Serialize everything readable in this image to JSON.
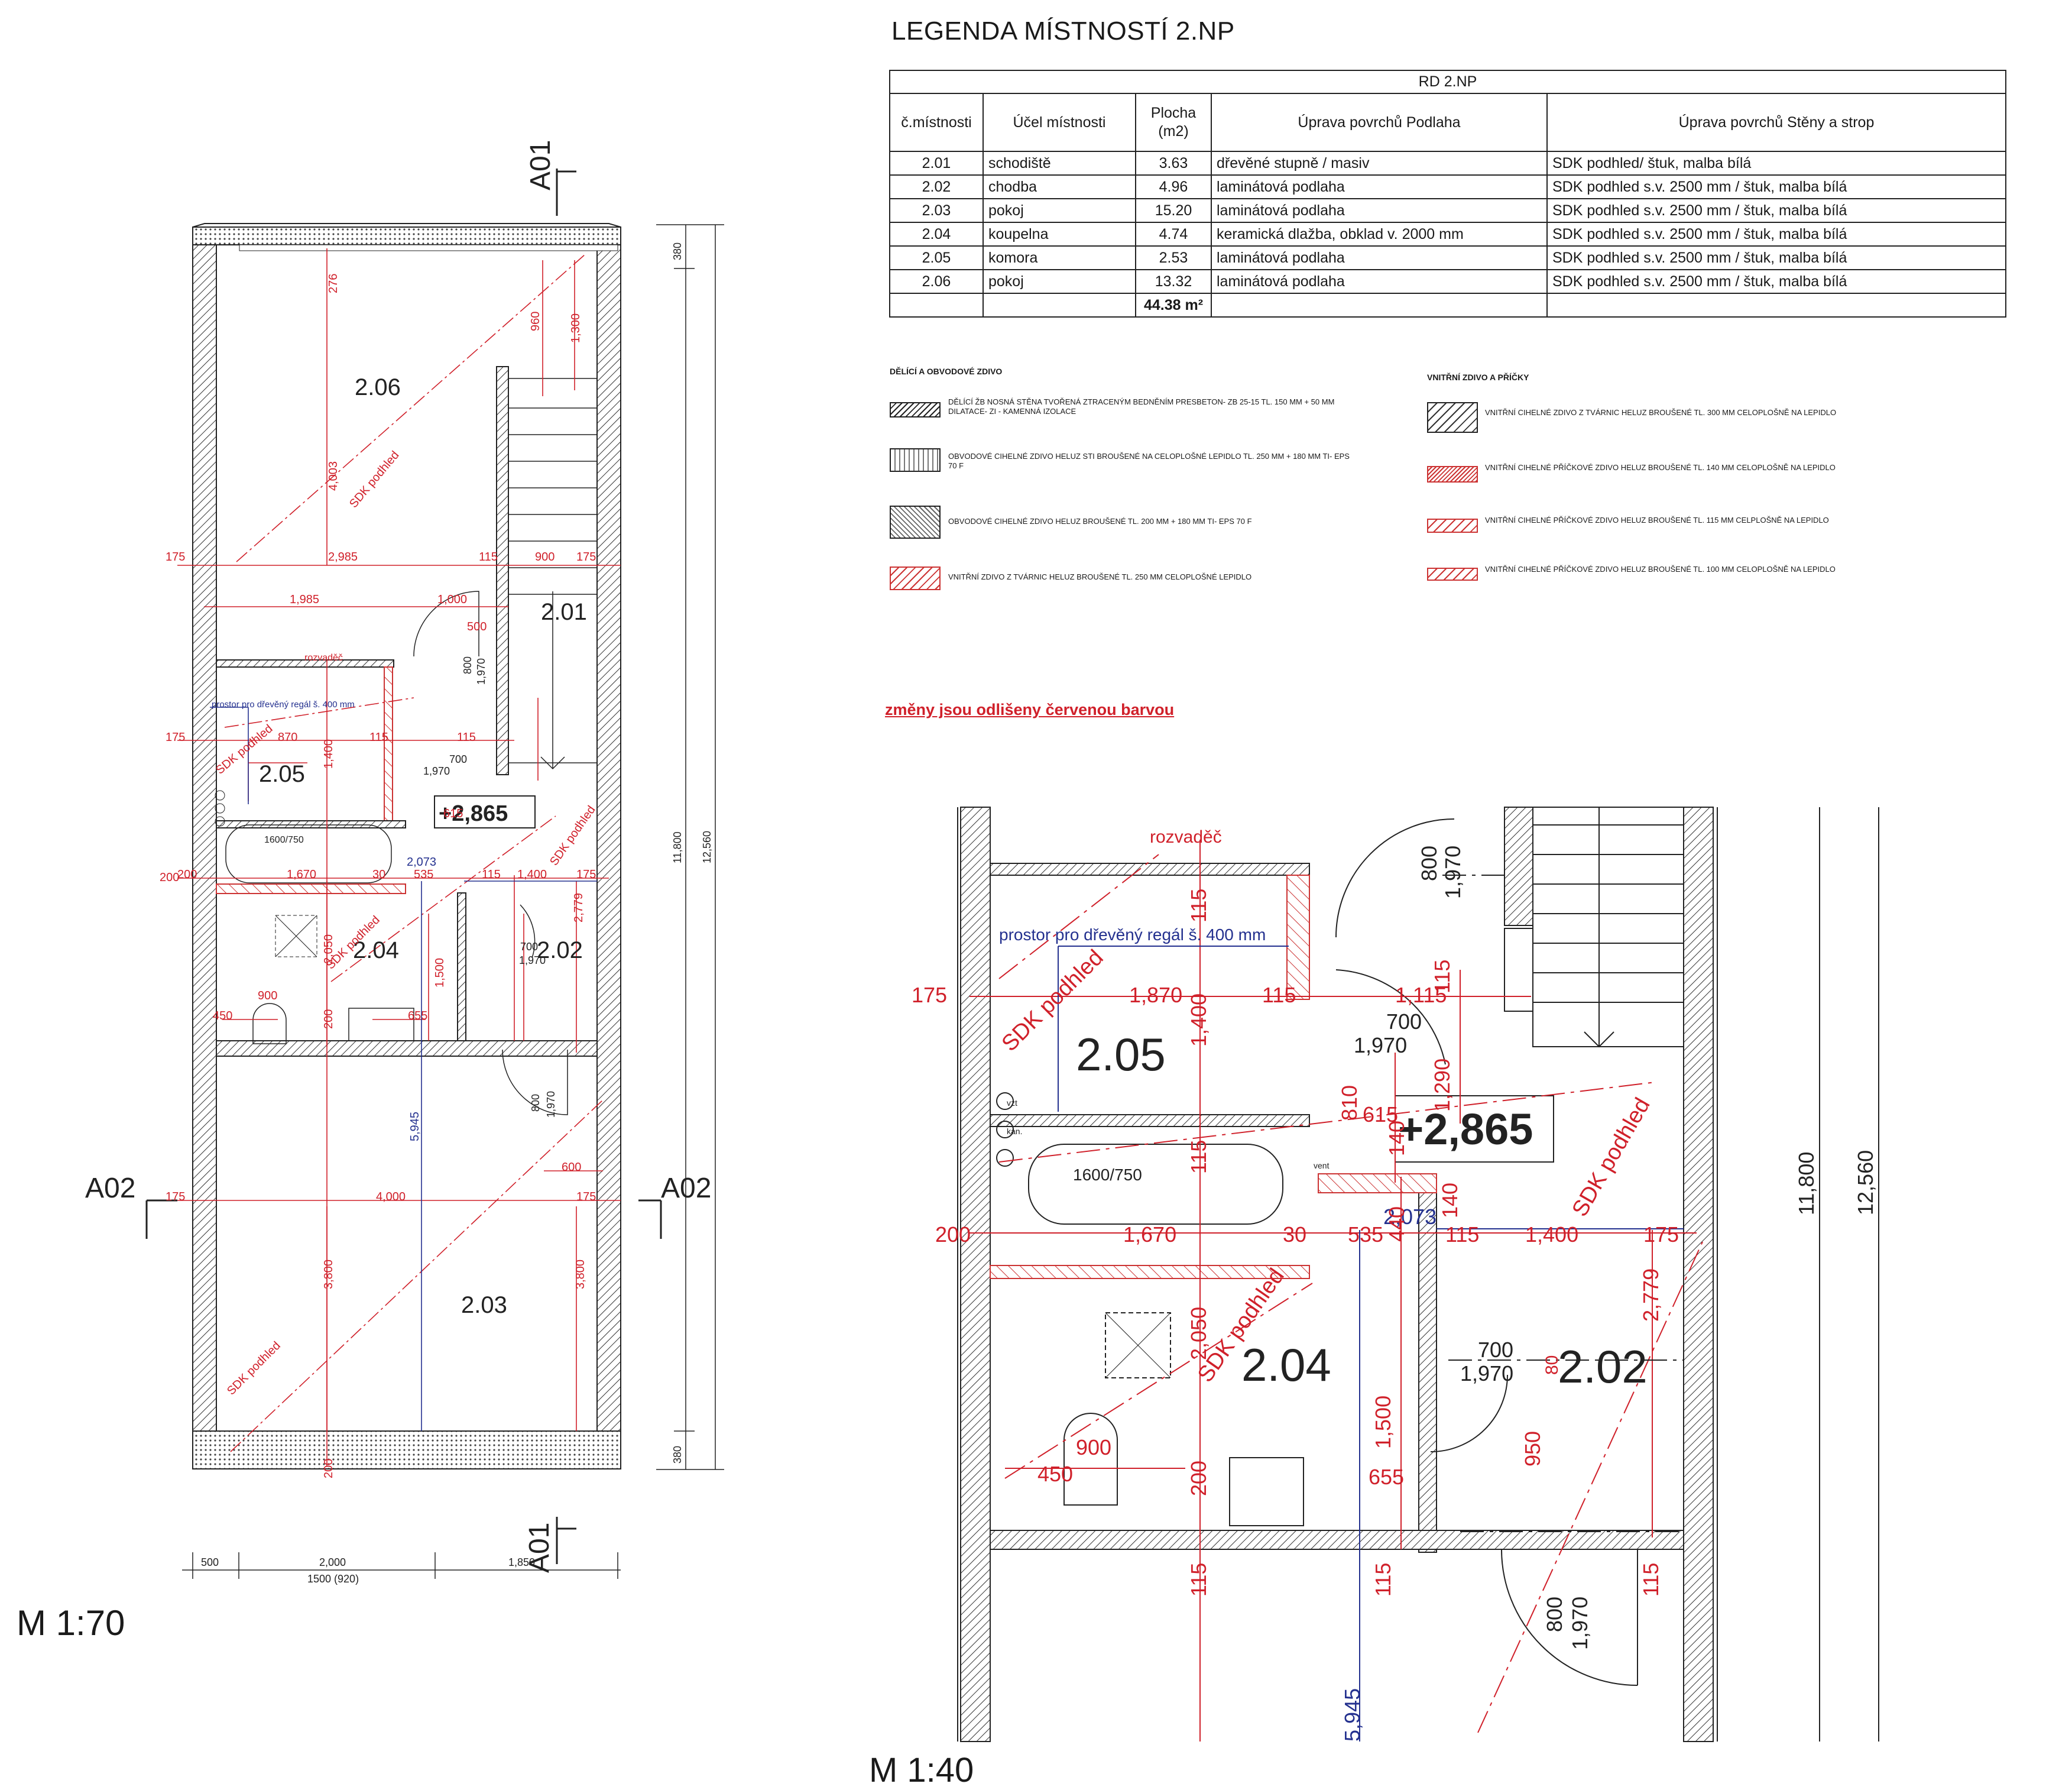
{
  "legend": {
    "title": "LEGENDA MÍSTNOSTÍ 2.NP",
    "table_title": "RD 2.NP",
    "headers": [
      "č.místnosti",
      "Účel místnosti",
      "Plocha (m2)",
      "Úprava povrchů Podlaha",
      "Úprava povrchů Stěny a strop"
    ],
    "rows": [
      {
        "num": "2.01",
        "use": "schodiště",
        "area": "3.63",
        "floor": "dřevěné stupně / masiv",
        "walls": "SDK podhled/ štuk, malba bílá"
      },
      {
        "num": "2.02",
        "use": "chodba",
        "area": "4.96",
        "floor": "laminátová podlaha",
        "walls": "SDK podhled s.v. 2500 mm / štuk, malba bílá"
      },
      {
        "num": "2.03",
        "use": "pokoj",
        "area": "15.20",
        "floor": "laminátová podlaha",
        "walls": "SDK podhled s.v. 2500 mm / štuk, malba bílá"
      },
      {
        "num": "2.04",
        "use": "koupelna",
        "area": "4.74",
        "floor": "keramická dlažba, obklad v. 2000 mm",
        "walls": "SDK podhled s.v. 2500 mm / štuk, malba bílá"
      },
      {
        "num": "2.05",
        "use": "komora",
        "area": "2.53",
        "floor": "laminátová podlaha",
        "walls": "SDK podhled s.v. 2500 mm / štuk, malba bílá"
      },
      {
        "num": "2.06",
        "use": "pokoj",
        "area": "13.32",
        "floor": "laminátová podlaha",
        "walls": "SDK podhled s.v. 2500 mm / štuk, malba bílá"
      }
    ],
    "total": "44.38 m²"
  },
  "wall_legend": {
    "left_title": "DĚLÍCÍ A OBVODOVÉ ZDIVO",
    "right_title": "VNITŘNÍ ZDIVO A PŘÍČKY",
    "left": [
      "DĚLÍCÍ ŽB NOSNÁ STĚNA TVOŘENÁ ZTRACENÝM BEDNĚNÍM PRESBETON- ZB 25-15 TL. 150 MM + 50 MM DILATACE- ZI - KAMENNÁ IZOLACE",
      "OBVODOVÉ CIHELNÉ ZDIVO HELUZ STI BROUŠENÉ NA CELOPLOŠNÉ LEPIDLO TL. 250 MM + 180 MM TI- EPS 70 F",
      "OBVODOVÉ CIHELNÉ ZDIVO HELUZ BROUŠENÉ TL. 200 MM + 180 MM TI- EPS 70 F",
      "VNITŘNÍ ZDIVO Z TVÁRNIC HELUZ BROUŠENÉ TL. 250 MM CELOPLOŠNÉ LEPIDLO"
    ],
    "right": [
      "VNITŘNÍ CIHELNÉ ZDIVO Z TVÁRNIC HELUZ BROUŠENÉ TL. 300 MM CELOPLOŠNĚ NA LEPIDLO",
      "VNITŘNÍ CIHELNÉ PŘÍČKOVÉ ZDIVO HELUZ BROUŠENÉ TL. 140 MM CELOPLOŠNĚ NA LEPIDLO",
      "VNITŘNÍ CIHELNÉ PŘÍČKOVÉ ZDIVO HELUZ BROUŠENÉ TL. 115 MM CELPLOŠNĚ NA LEPIDLO",
      "VNITŘNÍ CIHELNÉ PŘÍČKOVÉ ZDIVO HELUZ BROUŠENÉ TL. 100 MM CELOPLOŠNĚ NA LEPIDLO"
    ]
  },
  "changes_note": "změny jsou odlišeny červenou barvou",
  "plan": {
    "scale": "M 1:70",
    "rooms": {
      "r201": "2.01",
      "r202": "2.02",
      "r203": "2.03",
      "r204": "2.04",
      "r205": "2.05",
      "r206": "2.06"
    },
    "level": "+2,865",
    "sections": {
      "a01": "A01",
      "a02": "A02"
    },
    "ceiling": "SDK podhled",
    "switchboard": "rozvaděč",
    "shelf_note": "prostor pro dřevěný regál š. 400 mm",
    "bathtub": "1600/750",
    "dims": {
      "d175": "175",
      "d2985": "2,985",
      "d115": "115",
      "d900": "900",
      "d1985": "1,985",
      "d1000": "1,000",
      "d500": "500",
      "d800": "800",
      "d1970": "1,970",
      "d870": "870",
      "d1400": "1,400",
      "d700": "700",
      "d1290": "1,290",
      "d810": "810",
      "d615": "615",
      "d200": "200",
      "d1670": "1,670",
      "d30": "30",
      "d535": "535",
      "d2073": "2,073",
      "d2779": "2,779",
      "d2050": "2,050",
      "d1500": "1,500",
      "d950": "950",
      "d450": "450",
      "d655": "655",
      "d5945": "5,945",
      "d600": "600",
      "d4000": "4,000",
      "d3800": "3,800",
      "d276": "276",
      "d4003": "4,003",
      "d960": "960",
      "d1300": "1,300",
      "d380": "380",
      "d11800": "11,800",
      "d12560": "12,560",
      "d2000": "2,000",
      "d1500_920": "1500 (920)",
      "d1850": "1,850",
      "d80": "80",
      "d440": "440",
      "d140": "140"
    }
  },
  "detail": {
    "scale": "M 1:40",
    "vzt": "vzt",
    "kan": "kan.",
    "vent": "vent"
  }
}
